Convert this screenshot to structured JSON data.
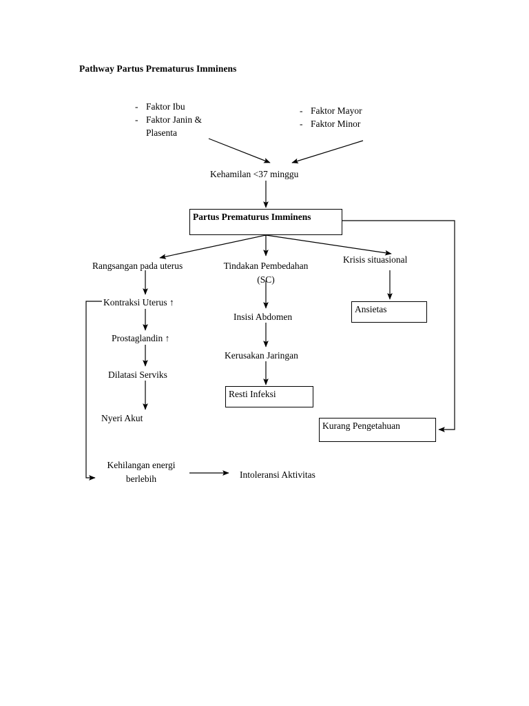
{
  "document": {
    "title": "Pathway Partus Prematurus Imminens"
  },
  "factors": {
    "left": {
      "name": "faktor-ibu-janin-list",
      "bullet": "-",
      "items": [
        "Faktor Ibu",
        "Faktor Janin &\nPlasenta"
      ]
    },
    "right": {
      "name": "faktor-mayor-minor-list",
      "bullet": "-",
      "items": [
        "Faktor Mayor",
        "Faktor Minor"
      ]
    }
  },
  "nodes": {
    "kehamilan": "Kehamilan <37 minggu",
    "ppi": "Partus Prematurus Imminens",
    "rangsangan": "Rangsangan pada uterus",
    "tindakan": "Tindakan Pembedahan\n(SC)",
    "krisis": "Krisis situasional",
    "kontraksi": "Kontraksi Uterus ↑",
    "prostaglandin": "Prostaglandin ↑",
    "dilatasi": "Dilatasi Serviks",
    "nyeri": "Nyeri Akut",
    "insisi": "Insisi Abdomen",
    "kerusakan": "Kerusakan Jaringan",
    "resti": "Resti Infeksi",
    "ansietas": "Ansietas",
    "kurang": "Kurang Pengetahuan",
    "kehilangan": "Kehilangan energi\nberlebih",
    "intoleransi": "Intoleransi Aktivitas"
  },
  "style": {
    "line_color": "#000000",
    "text_color": "#000000",
    "background": "#ffffff"
  }
}
